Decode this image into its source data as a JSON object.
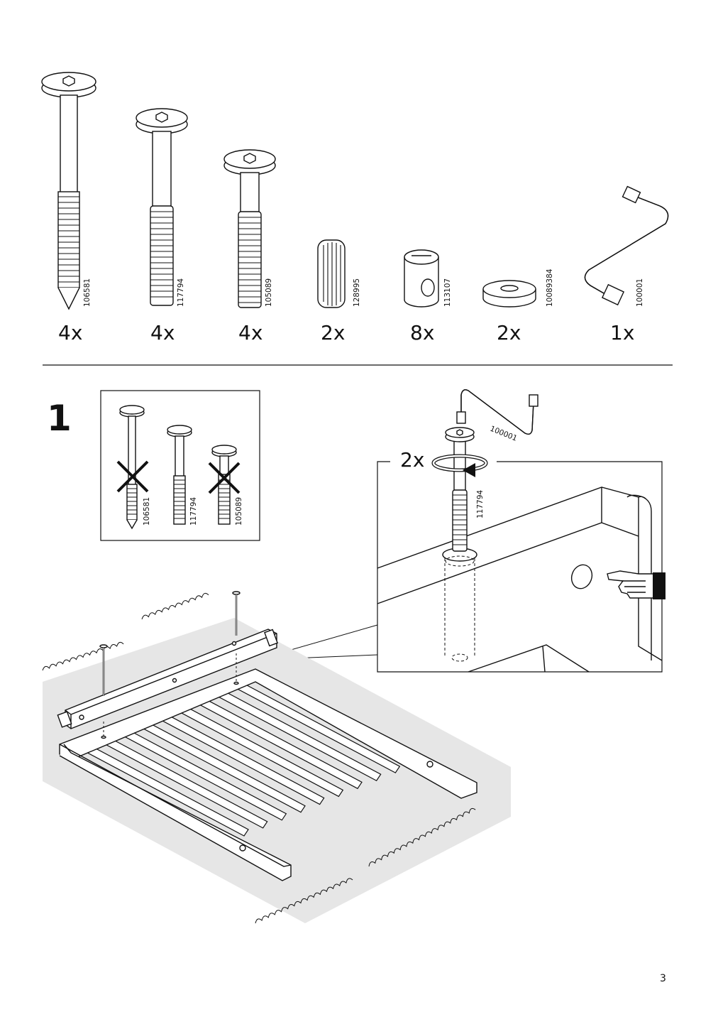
{
  "parts": [
    {
      "qty": "4x",
      "part_no": "106581",
      "icon": "long-bolt-pointed-icon"
    },
    {
      "qty": "4x",
      "part_no": "117794",
      "icon": "medium-bolt-icon"
    },
    {
      "qty": "4x",
      "part_no": "105089",
      "icon": "short-bolt-icon"
    },
    {
      "qty": "2x",
      "part_no": "128995",
      "icon": "wooden-dowel-icon"
    },
    {
      "qty": "8x",
      "part_no": "113107",
      "icon": "barrel-nut-icon"
    },
    {
      "qty": "2x",
      "part_no": "10089384",
      "icon": "washer-icon"
    },
    {
      "qty": "1x",
      "part_no": "100001",
      "icon": "allen-key-icon"
    }
  ],
  "step": {
    "number": "1",
    "selector": {
      "items": [
        {
          "part_no": "106581",
          "crossed": true
        },
        {
          "part_no": "117794",
          "crossed": false
        },
        {
          "part_no": "105089",
          "crossed": true
        }
      ]
    },
    "detail": {
      "qty": "2x",
      "bolt_part_no": "117794",
      "key_part_no": "100001"
    }
  },
  "page_number": "3"
}
